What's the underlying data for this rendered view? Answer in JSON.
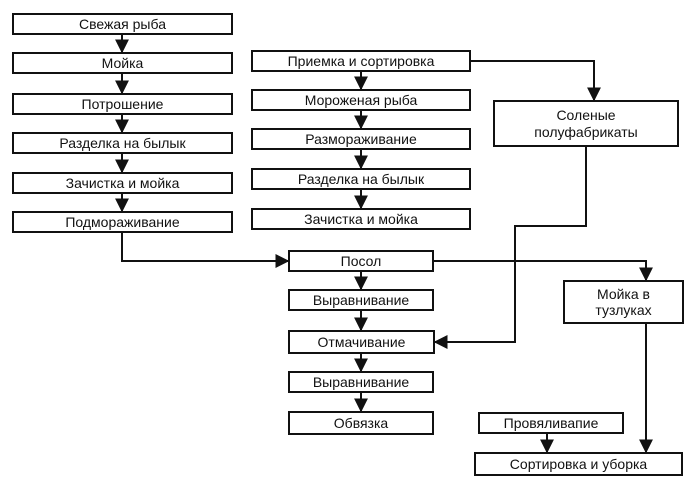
{
  "diagram": {
    "nodes": {
      "fresh_fish": "Свежая рыба",
      "washing": "Мойка",
      "gutting": "Потрошение",
      "cutting_left": "Разделка на былык",
      "cleaning_left": "Зачистка и мойка",
      "subfreezing": "Подмораживание",
      "reception": "Приемка и сортировка",
      "frozen_fish": "Мороженая рыба",
      "defrosting": "Размораживание",
      "cutting_right": "Разделка на былык",
      "cleaning_right": "Зачистка и мойка",
      "salted_line1": "Соленые",
      "salted_line2": "полуфабрикаты",
      "salting": "Посол",
      "leveling1": "Выравнивание",
      "soaking": "Отмачивание",
      "leveling2": "Выравнивание",
      "tying": "Обвязка",
      "wash_brine_line1": "Мойка в",
      "wash_brine_line2": "тузлуках",
      "drying": "Провяливапие",
      "sorting": "Сортировка и уборка"
    }
  }
}
